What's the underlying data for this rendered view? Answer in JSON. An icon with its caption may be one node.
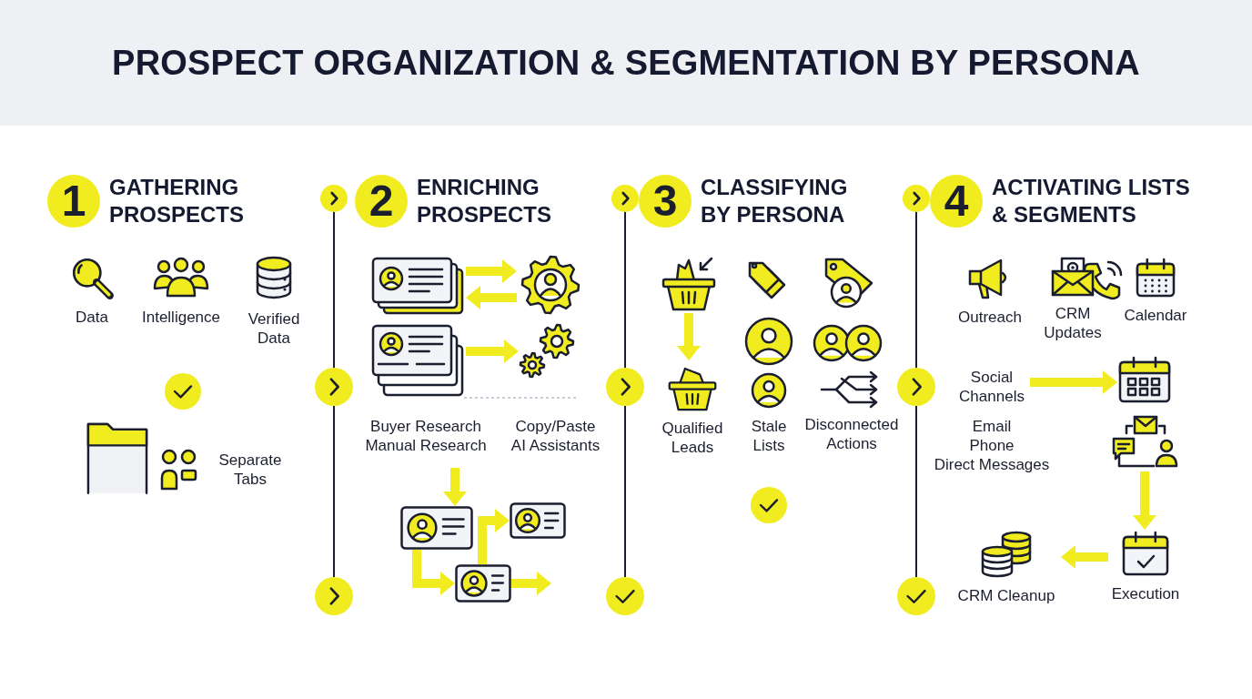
{
  "diagram": {
    "title": "PROSPECT ORGANIZATION & SEGMENTATION BY PERSONA",
    "nodes": [
      {
        "text": [
          "1",
          "GATHERING PROSPECTS"
        ]
      },
      {
        "text": [
          "Data"
        ]
      },
      {
        "text": [
          "Intelligence"
        ]
      },
      {
        "text": [
          "Verified Data"
        ]
      },
      {
        "text": [
          "Separate Tabs"
        ]
      },
      {
        "text": [
          "2",
          "ENRICHING PROSPECTS"
        ]
      },
      {
        "text": [],
        "shape": "picture"
      },
      {
        "text": [],
        "shape": "picture"
      },
      {
        "text": [],
        "shape": "picture"
      },
      {
        "text": [],
        "shape": "picture"
      },
      {
        "text": [],
        "shape": "picture"
      },
      {
        "text": [],
        "shape": "picture"
      },
      {
        "text": [],
        "shape": "picture"
      },
      {
        "text": [
          "3",
          "CLASSIFYING BY PERSONA"
        ]
      },
      {
        "text": [],
        "shape": "picture"
      },
      {
        "text": [
          "Qualified Leads"
        ]
      },
      {
        "text": [
          "Stale Lists"
        ]
      },
      {
        "text": [
          "Disconnected Actions"
        ]
      },
      {
        "text": [
          "4",
          "ACTIVATING LISTS & SEGMENTS"
        ]
      },
      {
        "text": [
          "Outreach"
        ]
      },
      {
        "text": [
          "CRM Updates"
        ]
      },
      {
        "text": [
          "Calendar"
        ]
      },
      {
        "text": [
          "Social Channels"
        ]
      },
      {
        "text": [],
        "shape": "picture"
      },
      {
        "text": [],
        "shape": "picture"
      },
      {
        "text": [
          "Execution"
        ]
      },
      {
        "text": [
          "CRM Cleanup"
        ]
      }
    ],
    "edges": [
      {
        "from": 6,
        "to": 7,
        "arrow": "to"
      },
      {
        "from": 7,
        "to": 6,
        "arrow": "to"
      },
      {
        "from": 8,
        "to": 9,
        "arrow": "to"
      },
      {
        "from": null,
        "to": 10,
        "arrow": "to"
      },
      {
        "from": 10,
        "to": 12,
        "arrow": "to"
      },
      {
        "from": 12,
        "to": 11,
        "arrow": "to"
      },
      {
        "from": 12,
        "to": null,
        "arrow": "to"
      },
      {
        "from": 14,
        "to": 15,
        "arrow": "to"
      },
      {
        "from": 22,
        "to": 23,
        "arrow": "to"
      },
      {
        "from": 24,
        "to": 25,
        "arrow": "to"
      },
      {
        "from": 25,
        "to": 26,
        "arrow": "to"
      }
    ],
    "labels": [
      "Buyer Research",
      "Copy/Paste",
      "Manual Research",
      "AI Assistants",
      "Email",
      "Phone",
      "Direct Messages"
    ]
  }
}
